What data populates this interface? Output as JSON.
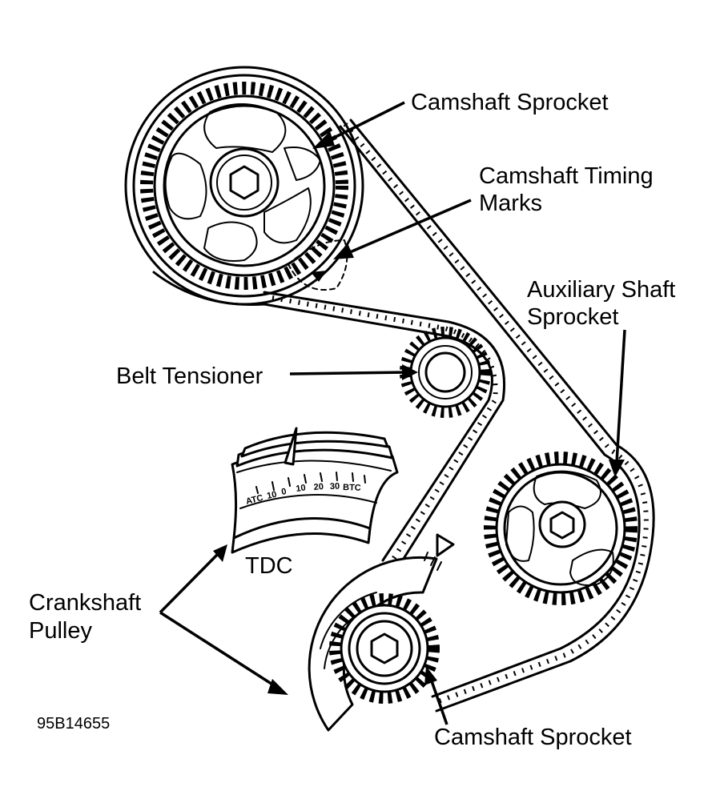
{
  "labels": {
    "camshaft_sprocket_top": "Camshaft Sprocket",
    "camshaft_timing_marks_line1": "Camshaft Timing",
    "camshaft_timing_marks_line2": "Marks",
    "auxiliary_shaft_sprocket_line1": "Auxiliary Shaft",
    "auxiliary_shaft_sprocket_line2": "Sprocket",
    "belt_tensioner": "Belt Tensioner",
    "tdc": "TDC",
    "crankshaft_pulley_line1": "Crankshaft",
    "crankshaft_pulley_line2": "Pulley",
    "camshaft_sprocket_bottom": "Camshaft Sprocket",
    "figure_id": "95B14655"
  },
  "timing_scale": [
    "ATC",
    "10",
    "0",
    "10",
    "20",
    "30",
    "BTC"
  ]
}
